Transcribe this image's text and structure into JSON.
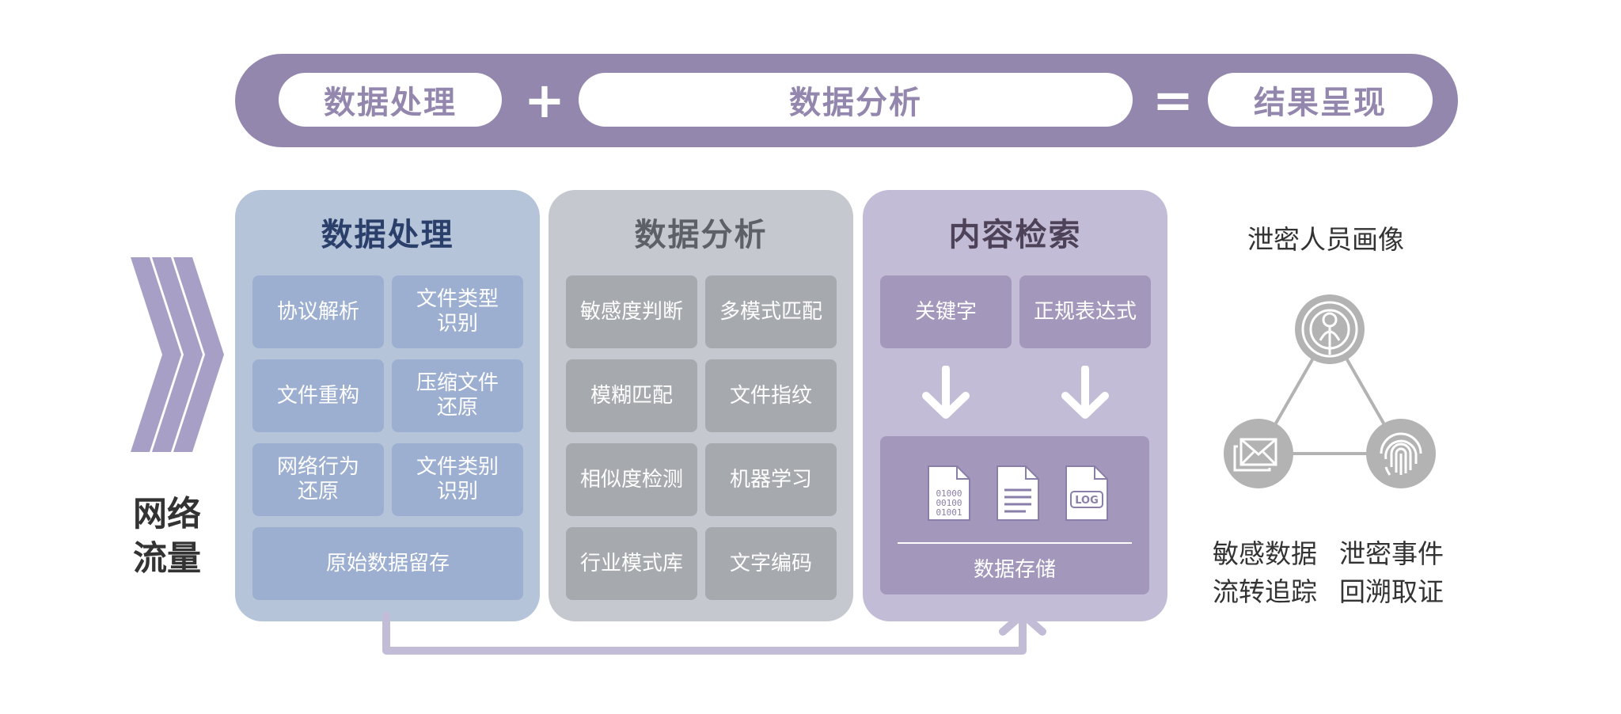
{
  "formula": {
    "processing": "数据处理",
    "plus": "+",
    "analysis": "数据分析",
    "equals": "=",
    "result": "结果呈现"
  },
  "input": {
    "label_line1": "网络",
    "label_line2": "流量"
  },
  "processing_panel": {
    "title": "数据处理",
    "items": [
      "协议解析",
      "文件类型识别",
      "文件重构",
      "压缩文件还原",
      "网络行为还原",
      "文件类别识别"
    ],
    "wide_item": "原始数据留存"
  },
  "analysis_panel": {
    "title": "数据分析",
    "items": [
      "敏感度判断",
      "多模式匹配",
      "模糊匹配",
      "文件指纹",
      "相似度检测",
      "机器学习",
      "行业模式库",
      "文字编码"
    ]
  },
  "retrieval_panel": {
    "title": "内容检索",
    "items": [
      "关键字",
      "正规表达式"
    ],
    "storage_label": "数据存储",
    "file_icon_binary": [
      "01000",
      "00100",
      "01001"
    ],
    "file_icon_log": "LOG"
  },
  "results": {
    "title": "泄密人员画像",
    "left_line1": "敏感数据",
    "left_line2": "流转追踪",
    "right_line1": "泄密事件",
    "right_line2": "回溯取证"
  },
  "colors": {
    "purple": "#9387ae",
    "blue_panel": "#b6c4d9",
    "gray_panel": "#c5c8ce",
    "lilac_panel": "#c3bcd6",
    "icon_gray": "#b3b3b3"
  }
}
